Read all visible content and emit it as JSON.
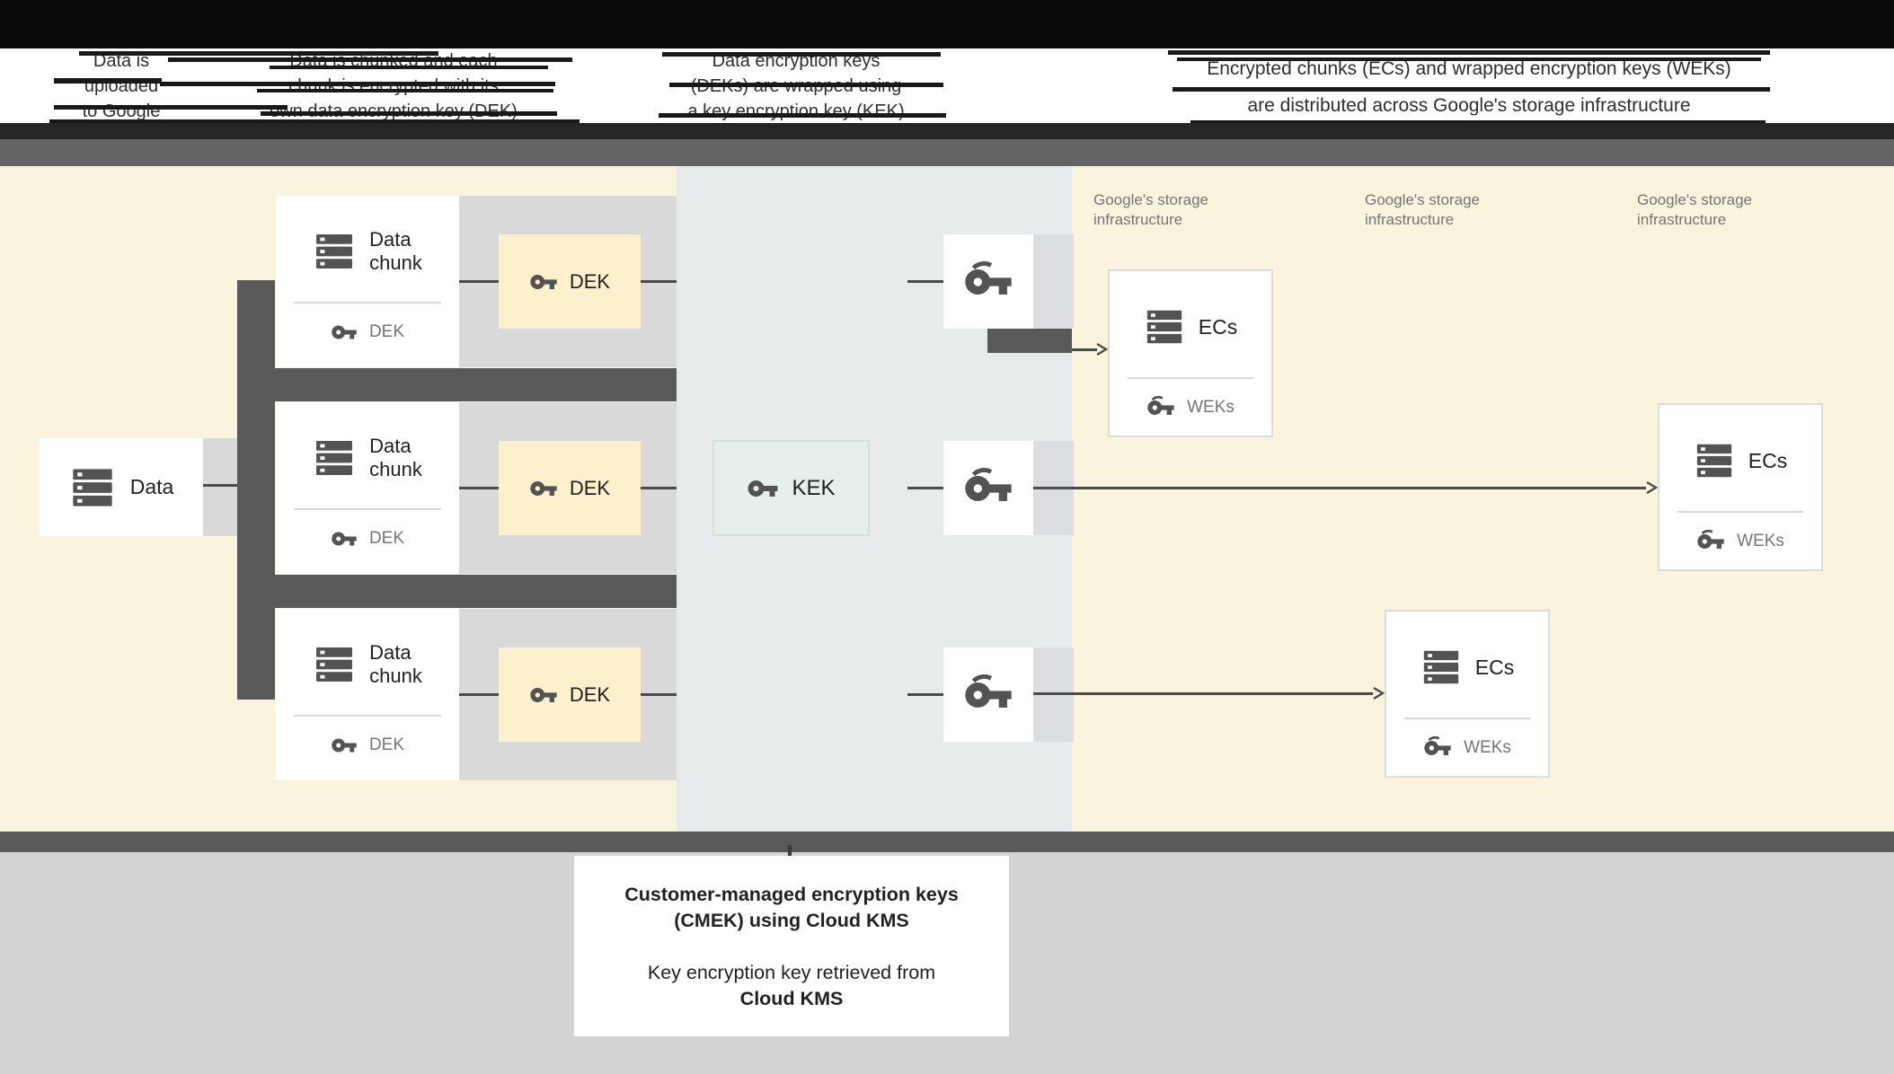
{
  "colors": {
    "bar-black": "#0a0a0a",
    "bar-black2": "#262626",
    "bar-gray": "#646464",
    "dark": "#595959",
    "yellow": "#faf3dd",
    "blue": "#e8ebec",
    "cream": "#fcf0cd",
    "mint": "#e4f0e9",
    "mint-border": "#d4e0d6",
    "band": "#d9d9d9",
    "patch": "#dcdde0",
    "line": "#4a4a4a",
    "tdark": "#212121",
    "tgray": "#757575",
    "footer-bg": "#d3d3d3",
    "bborder": "#dcdcdc",
    "redact": "#191919",
    "stext": "#2e2e2e"
  },
  "steps": {
    "s1": {
      "l1": "Data is",
      "l2": "uploaded",
      "l3": "to Google"
    },
    "s2": {
      "l1": "Data is chunked and each",
      "l2": "chunk is encrypted with its",
      "l3": "own data encryption key (DEK)"
    },
    "s3": {
      "l1": "Data encryption keys",
      "l2": "(DEKs) are wrapped using",
      "l3": "a key encryption key (KEK)"
    },
    "s4": {
      "l1": "Encrypted chunks (ECs) and wrapped encryption keys (WEKs)",
      "l2": "are distributed across Google's storage infrastructure"
    }
  },
  "diagram": {
    "data_label": "Data",
    "chunk": {
      "t1": "Data",
      "t2": "chunk",
      "sub": "DEK"
    },
    "dek": "DEK",
    "kek": "KEK",
    "storage_label": {
      "l1": "Google's storage",
      "l2": "infrastructure"
    },
    "ecs": {
      "title": "ECs",
      "sub": "WEKs"
    }
  },
  "footer": {
    "t1": "Customer-managed encryption keys",
    "t2": "(CMEK) using Cloud KMS",
    "b1": "Key encryption key retrieved from",
    "b2": "Cloud KMS"
  }
}
